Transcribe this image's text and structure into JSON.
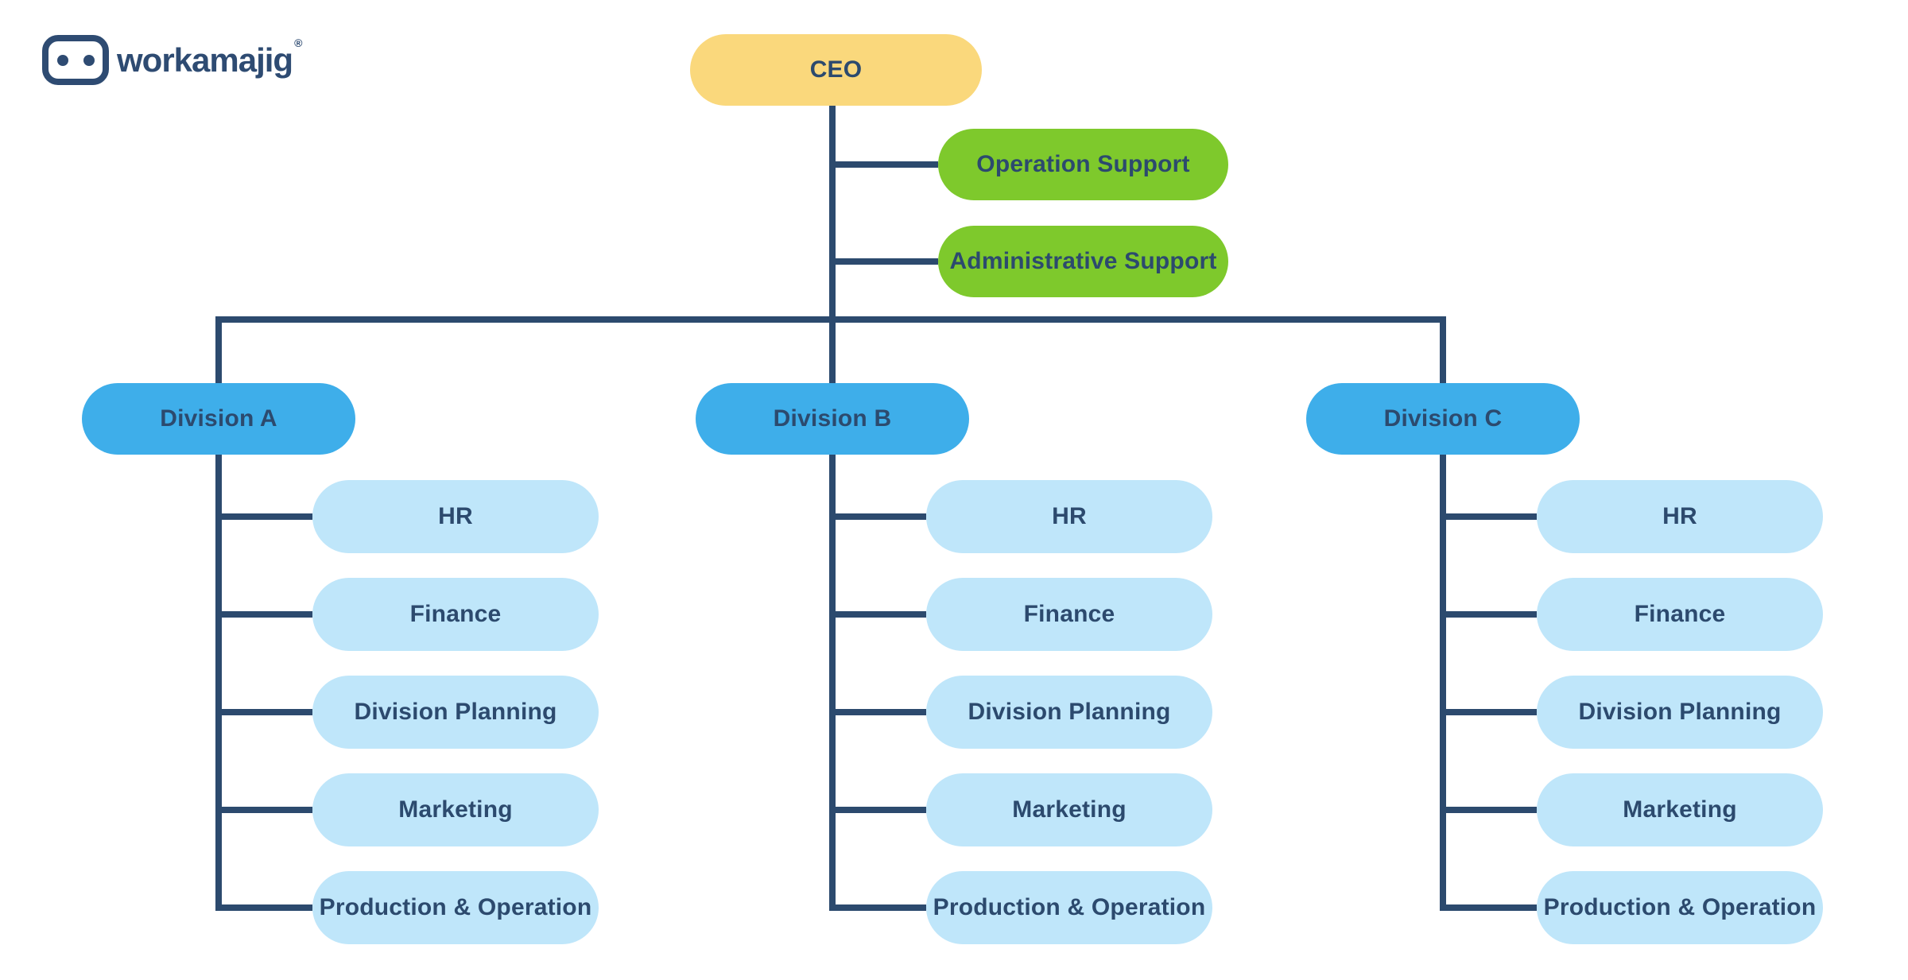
{
  "logo": {
    "brand": "workamajig",
    "registered_mark": "®"
  },
  "colors": {
    "navy_text_and_lines": "#2C4A6E",
    "logo_navy": "#2E4B72",
    "ceo_yellow": "#FAD87C",
    "support_green": "#7EC92C",
    "division_blue": "#3EAEEA",
    "department_light_blue": "#BFE6FA",
    "background": "#FFFFFF"
  },
  "org_chart": {
    "root": {
      "label": "CEO"
    },
    "support_nodes": [
      {
        "label": "Operation Support"
      },
      {
        "label": "Administrative Support"
      }
    ],
    "divisions": [
      {
        "label": "Division A",
        "children": [
          "HR",
          "Finance",
          "Division Planning",
          "Marketing",
          "Production & Operation"
        ]
      },
      {
        "label": "Division B",
        "children": [
          "HR",
          "Finance",
          "Division Planning",
          "Marketing",
          "Production & Operation"
        ]
      },
      {
        "label": "Division C",
        "children": [
          "HR",
          "Finance",
          "Division Planning",
          "Marketing",
          "Production & Operation"
        ]
      }
    ]
  }
}
